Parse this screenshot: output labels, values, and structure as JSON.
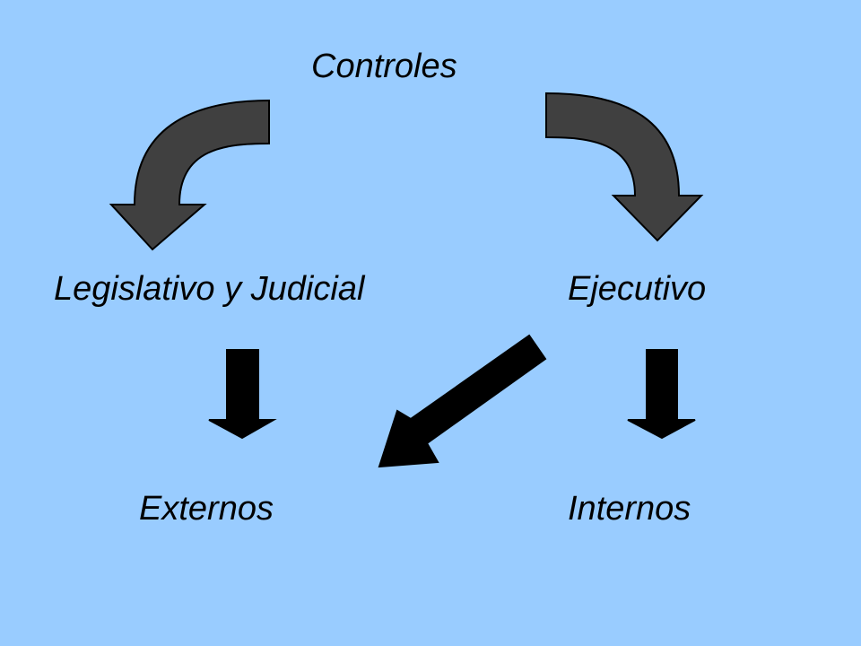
{
  "diagram": {
    "background_color": "#99ccff",
    "curved_arrow_color": "#404040",
    "straight_arrow_color": "#000000",
    "nodes": {
      "root": "Controles",
      "legislativo_judicial": "Legislativo y Judicial",
      "ejecutivo": "Ejecutivo",
      "externos": "Externos",
      "internos": "Internos"
    }
  }
}
